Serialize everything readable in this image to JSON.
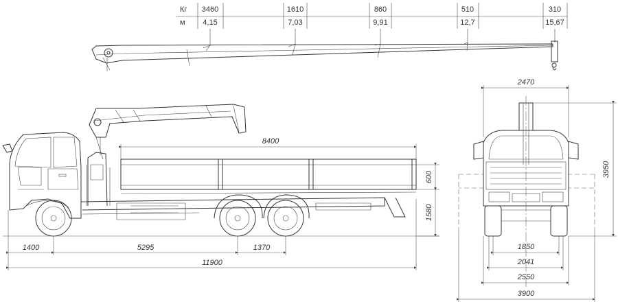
{
  "load_table": {
    "row_labels": {
      "mass": "Кг",
      "reach": "м"
    },
    "columns": [
      {
        "mass": "3460",
        "reach": "4,15"
      },
      {
        "mass": "1610",
        "reach": "7,03"
      },
      {
        "mass": "860",
        "reach": "9,91"
      },
      {
        "mass": "510",
        "reach": "12,7"
      },
      {
        "mass": "310",
        "reach": "15,67"
      }
    ]
  },
  "side_view": {
    "body_length": "8400",
    "board_height": "600",
    "platform_height": "1580",
    "front_overhang": "1400",
    "wheelbase": "5295",
    "tandem_spacing": "1370",
    "overall_length": "11900"
  },
  "front_view": {
    "crane_width": "2470",
    "overall_height": "3950",
    "track_front": "1850",
    "track_rear": "2041",
    "overall_width": "2550",
    "outrigger_span": "3900"
  }
}
